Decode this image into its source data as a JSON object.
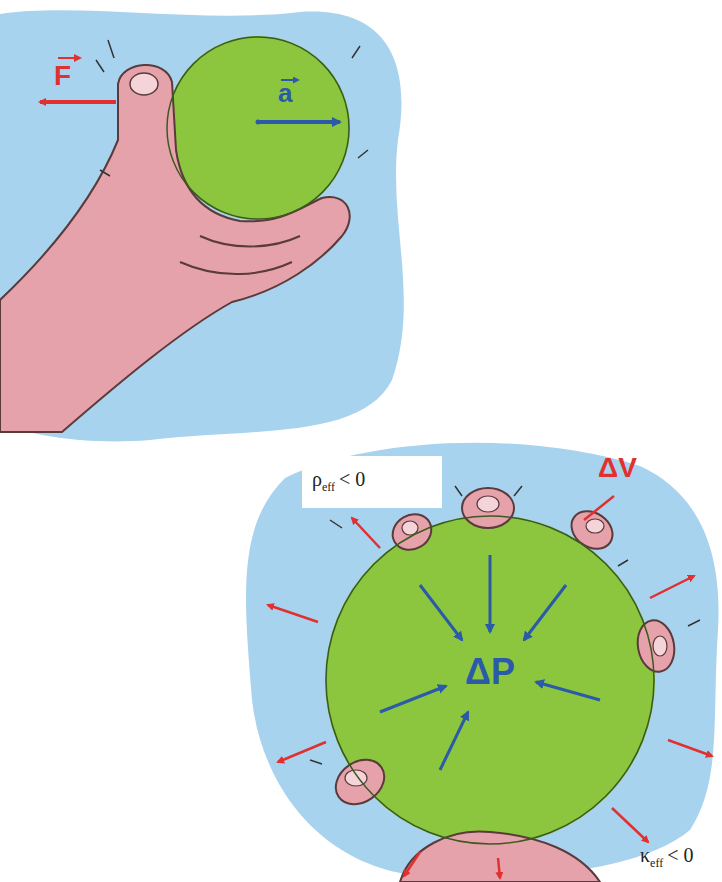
{
  "diagram": {
    "nodes": [
      {
        "text": [
          "a"
        ]
      },
      {
        "text": [
          "ΔP"
        ]
      }
    ],
    "labels": [
      "F",
      "ρ",
      "eff",
      "< 0",
      "ΔV",
      "κ",
      "eff",
      "< 0"
    ]
  }
}
